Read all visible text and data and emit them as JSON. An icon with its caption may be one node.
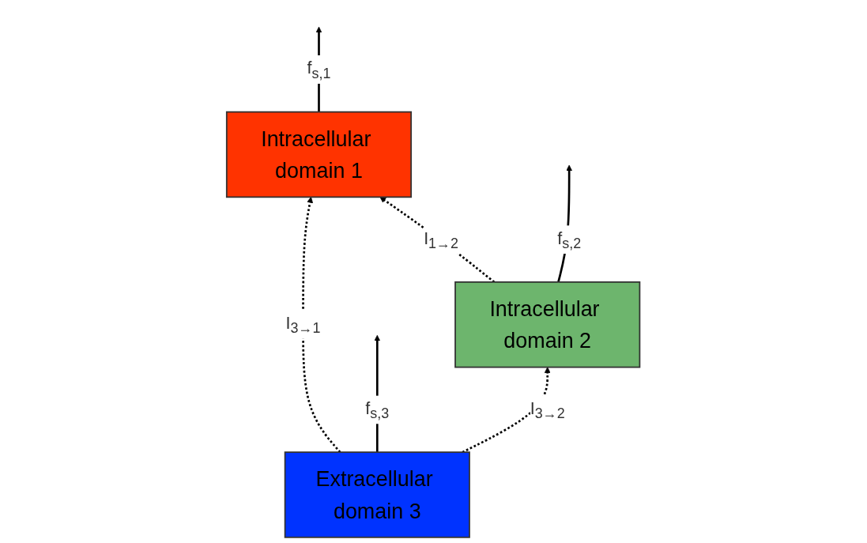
{
  "diagram": {
    "nodes": [
      {
        "text": [
          "Intracellular domain 1"
        ]
      },
      {
        "text": [
          "Intracellular domain 2"
        ]
      },
      {
        "text": [
          "Extracellular domain 3"
        ]
      }
    ],
    "edges": [
      {
        "from": 0,
        "to": null,
        "arrow": "to",
        "label": "f$_{s,1}$"
      },
      {
        "from": 1,
        "to": null,
        "arrow": "to",
        "label": "f$_{s,2}$"
      },
      {
        "from": 1,
        "to": 0,
        "arrow": "to",
        "style": "dashed",
        "label": "I$_{1→2}$"
      },
      {
        "from": 2,
        "to": 0,
        "arrow": "to",
        "style": "dashed",
        "label": "I$_{3→1}$"
      },
      {
        "from": 2,
        "to": 1,
        "arrow": "to",
        "style": "dashed",
        "label": "I$_{3→2}$"
      },
      {
        "from": 2,
        "to": null,
        "arrow": "to",
        "label": "f$_{s,3}$"
      }
    ]
  }
}
